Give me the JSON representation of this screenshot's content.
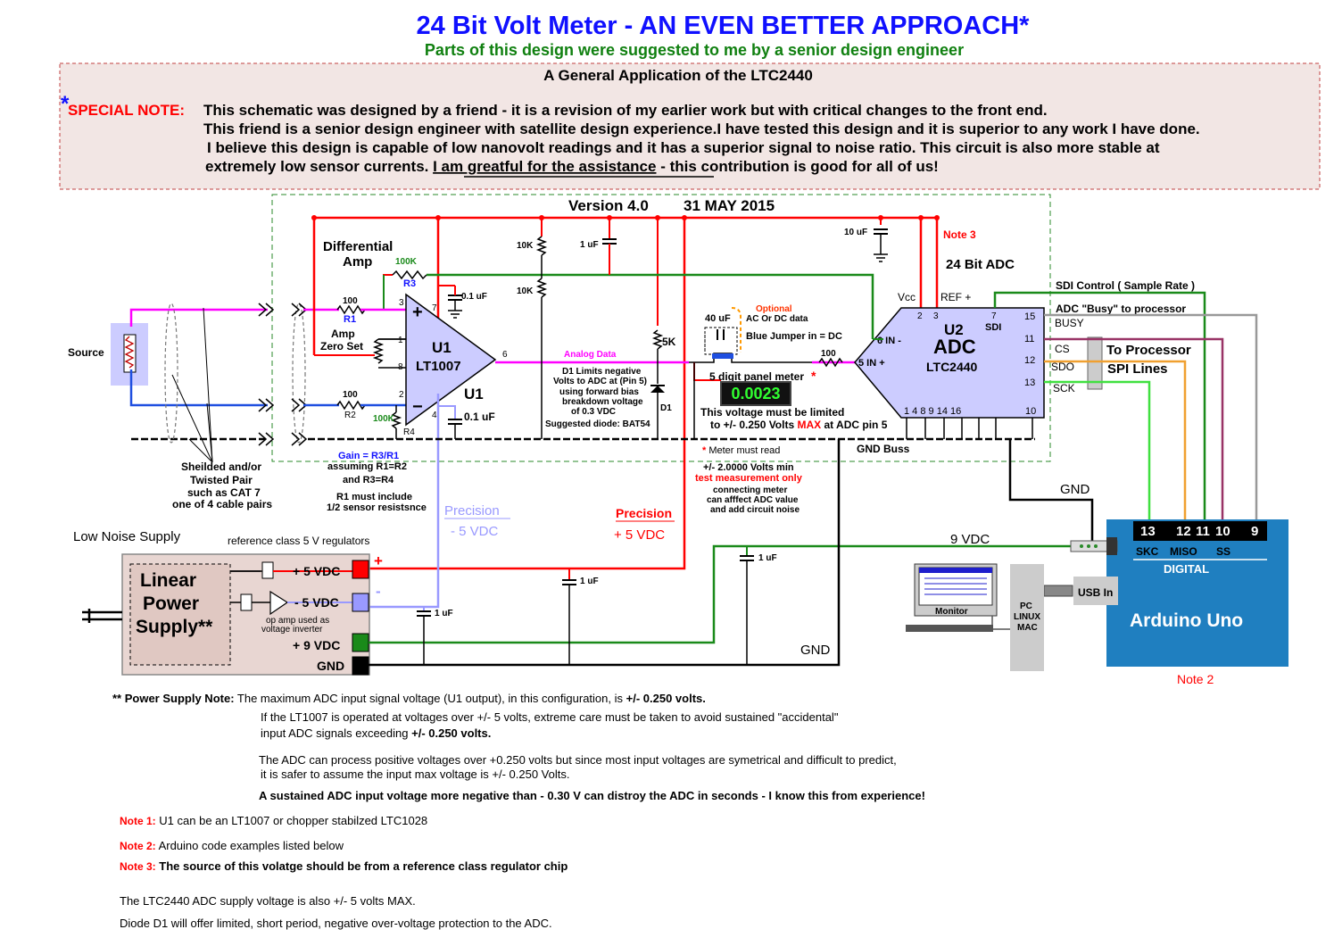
{
  "header": {
    "title": "24  Bit  Volt  Meter - AN EVEN BETTER APPROACH*",
    "subtitle": "Parts of this design were suggested to me by a senior design engineer"
  },
  "note_box": {
    "heading": "A General Application of the LTC2440",
    "star": "*",
    "label": "SPECIAL NOTE:",
    "line1": "This schematic was designed by a friend - it is a revision of my earlier work but with critical changes to the front end.",
    "line2": "This friend is a senior design engineer with satellite design experience.I have tested this design and it is superior to any work I have done.",
    "line3": "I believe this design is capable of low nanovolt readings and it has a superior signal to noise ratio. This circuit is also more stable at",
    "line4a": "extremely low sensor currents. ",
    "line4b": "I am greatful for the assistance",
    "line4c": " - this contribution is good for all of us!"
  },
  "version": {
    "label": "Version 4.0",
    "date": "31 MAY 2015"
  },
  "labels": {
    "source": "Source",
    "diff_amp1": "Differential",
    "diff_amp2": "Amp",
    "r3_val": "100K",
    "r3": "R3",
    "r1_val": "100",
    "r1": "R1",
    "amp1": "Amp",
    "amp2": "Zero Set",
    "r2_val": "100",
    "r2": "R2",
    "r4_val": "100K",
    "r4": "R4",
    "u1": "U1",
    "lt1007": "LT1007",
    "u1b": "U1",
    "pin3": "3",
    "pin7": "7",
    "pin1": "1",
    "pin8": "8",
    "pin2": "2",
    "pin4": "4",
    "pin6": "6",
    "plus": "+",
    "minus": "−",
    "c01uf_top": "0.1 uF",
    "c01uf_bot": "0.1 uF",
    "r10k_a": "10K",
    "r10k_b": "10K",
    "c1uf_top": "1 uF",
    "r5k": "5K",
    "analog_data": "Analog Data",
    "d1_1": "D1 Limits negative",
    "d1_2": "Volts to ADC at (Pin 5)",
    "d1_3": "using forward bias",
    "d1_4": "breakdown voltage",
    "d1_5": "of 0.3 VDC",
    "d1_6": "Suggested diode: BAT54",
    "d1": "D1",
    "optional": "Optional",
    "ac_dc": "AC Or DC data",
    "cap40": "40 uF",
    "blue_jumper": "Blue Jumper in = DC",
    "r100_adc": "100",
    "panel_meter": "5 digit panel meter",
    "panel_star": "*",
    "panel_reading": "0.0023",
    "limit1": "This voltage must be limited",
    "limit2a": "to +/- 0.250 Volts ",
    "limit2b": "MAX",
    "limit2c": " at ADC pin 5",
    "meter_star": "*",
    "meter_read": " Meter must read",
    "meter_2v": "+/- 2.0000 Volts min",
    "test_meas": "test measurement only",
    "connecting1": "connecting meter",
    "connecting2": "can afffect ADC value",
    "connecting3": "and add circuit noise",
    "c10uf": "10 uF",
    "note3": "Note 3",
    "adc24": "24 Bit ADC",
    "vcc": "Vcc",
    "ref": "REF +",
    "u2": "U2",
    "adc": "ADC",
    "ltc2440": "LTC2440",
    "sdi": "SDI",
    "in_minus": "6  IN -",
    "in_plus": "5  IN +",
    "pin_2": "2",
    "pin_3": "3",
    "pin_7": "7",
    "pin_15": "15",
    "pin_11": "11",
    "pin_12": "12",
    "pin_13": "13",
    "bottom_pins": "1    4    8    9  14  16",
    "pin_10": "10",
    "busy": "BUSY",
    "cs": "CS",
    "sdo": "SDO",
    "sck": "SCK",
    "sdi_control": "SDI Control ( Sample Rate )",
    "adc_busy": "ADC \"Busy\" to processor",
    "to_processor": "To Processor",
    "spi_lines": "SPI Lines",
    "gnd_buss": "GND Buss",
    "gain1": "Gain = R3/R1",
    "gain2": "assuming R1=R2",
    "gain3": "and R3=R4",
    "r1_incl1": "R1 must include",
    "r1_incl2": "1/2 sensor resistsnce",
    "shield1": "Sheilded and/or",
    "shield2": "Twisted Pair",
    "shield3": "such as CAT 7",
    "shield4": "one of 4 cable pairs",
    "prec_neg1": "Precision",
    "prec_neg2": "- 5 VDC",
    "prec_pos1": "Precision",
    "prec_pos2": "+ 5 VDC",
    "low_noise": "Low Noise Supply",
    "ref_class": "reference class 5 V regulators",
    "lps1": "Linear",
    "lps2": "Power",
    "lps3": "Supply**",
    "p5": "+ 5 VDC",
    "m5": "- 5 VDC",
    "p9": "+ 9 VDC",
    "gnd": "GND",
    "op_inv1": "op amp used as",
    "op_inv2": "voltage inverter",
    "pos_mark": "+",
    "neg_mark": "-",
    "c1uf_a": "1 uF",
    "c1uf_b": "1 uF",
    "c1uf_c": "1 uF",
    "gnd_mid": "GND",
    "gnd_right": "GND",
    "nine_vdc": "9 VDC",
    "pins_13": "13",
    "pins_12": "12",
    "pins_11": "11",
    "pins_10": "10",
    "pins_9": "9",
    "skc": "SKC",
    "miso": "MISO",
    "ss": "SS",
    "digital": "DIGITAL",
    "arduino": "Arduino Uno",
    "usb_in": "USB In",
    "pc1": "PC",
    "pc2": "LINUX",
    "pc3": "MAC",
    "monitor": "Monitor",
    "note2": "Note 2"
  },
  "footer": {
    "ps_label": "** Power Supply Note:",
    "ps1a": " The maximum ADC input signal voltage (U1 output), in this configuration, is ",
    "ps1b": "+/- 0.250 volts.",
    "ps2": "If the LT1007 is operated at voltages over +/- 5 volts, extreme care must be taken to avoid sustained \"accidental\"",
    "ps3a": "input ADC signals exceeding ",
    "ps3b": "+/- 0.250 volts.",
    "ps4": "The ADC can process positive voltages over +0.250 volts but since most input voltages are symetrical and difficult to predict,",
    "ps5": "it is safer to assume the input max voltage is +/- 0.250 Volts.",
    "ps6": "A sustained ADC input voltage more negative than - 0.30 V can distroy the ADC in seconds - I  know this from experience!",
    "n1_label": "Note 1:",
    "n1": " U1 can be an LT1007 or chopper stabilzed LTC1028",
    "n2_label": "Note 2:",
    "n2": " Arduino code examples listed below",
    "n3_label": "Note 3:",
    "n3": " The source of this volatge should be from a reference class regulator chip",
    "l1": "The LTC2440 ADC supply voltage is also +/- 5 volts MAX.",
    "l2": "Diode D1 will offer limited, short period, negative over-voltage protection to the ADC."
  },
  "colors": {
    "red": "#ff0000",
    "blue": "#1f4fe0",
    "green": "#1a8a1a",
    "magenta": "#ff00ff",
    "arduino": "#1f7fc0",
    "violet": "#9999ff",
    "maroon": "#993366",
    "orange": "#f0a030",
    "lime": "#40e040",
    "gray": "#999999"
  }
}
